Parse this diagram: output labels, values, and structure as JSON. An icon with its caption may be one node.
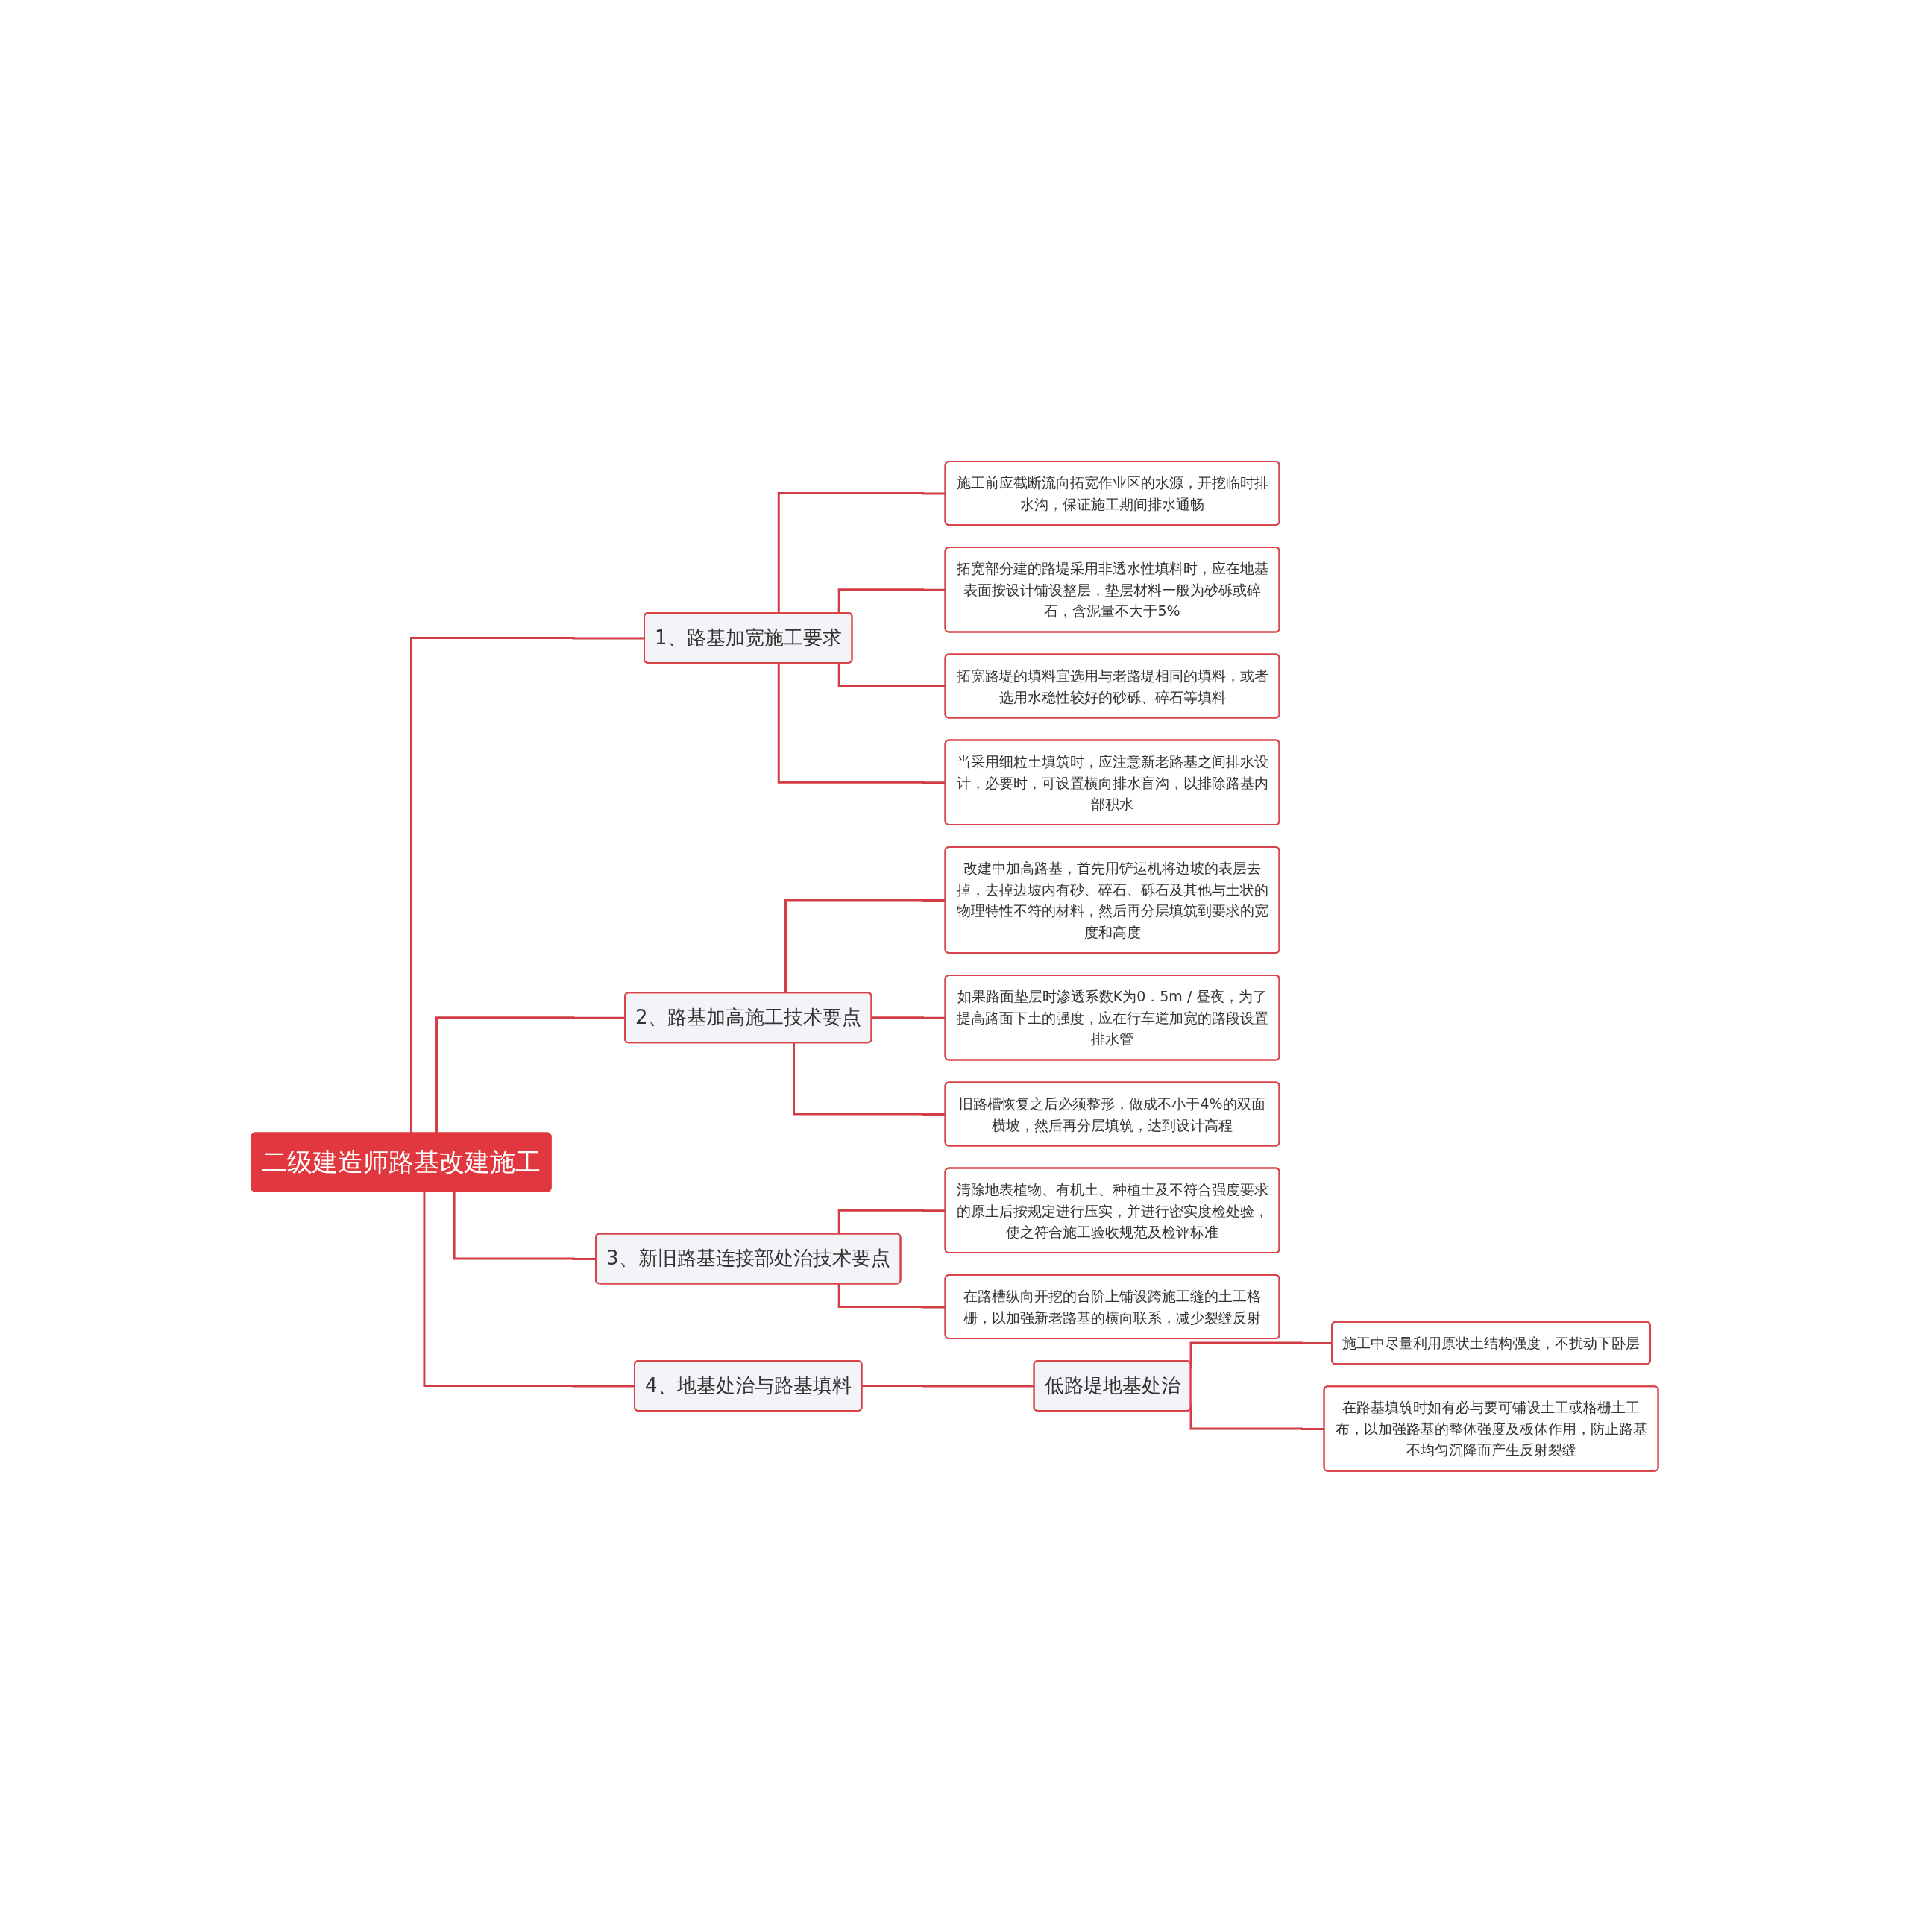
{
  "diagram": {
    "nodes": [
      {
        "text": [
          "二级建造师路基改建施工"
        ]
      },
      {
        "text": [
          "1、路基加宽施工要求"
        ]
      },
      {
        "text": [
          "施工前应截断流向拓宽作业区的水源，开挖临时排水沟，保证施工期间排水通畅"
        ]
      },
      {
        "text": [
          "拓宽部分建的路堤采用非透水性填料时，应在地基表面按设计铺设整层，垫层材料一般为砂砾或碎石，含泥量不大于5%"
        ]
      },
      {
        "text": [
          "拓宽路堤的填料宜选用与老路堤相同的填料，或者选用水稳性较好的砂砾、碎石等填料"
        ]
      },
      {
        "text": [
          "当采用细粒土填筑时，应注意新老路基之间排水设计，必要时，可设置横向排水盲沟，以排除路基内部积水"
        ]
      },
      {
        "text": [
          "2、路基加高施工技术要点"
        ]
      },
      {
        "text": [
          "改建中加高路基，首先用铲运机将边坡的表层去掉，去掉边坡内有砂、碎石、砾石及其他与土状的物理特性不符的材料，然后再分层填筑到要求的宽度和高度"
        ]
      },
      {
        "text": [
          "如果路面垫层时渗透系数K为0．5m / 昼夜，为了提高路面下土的强度，应在行车道加宽的路段设置排水管"
        ]
      },
      {
        "text": [
          "旧路槽恢复之后必须整形，做成不小于4%的双面横坡，然后再分层填筑，达到设计高程"
        ]
      },
      {
        "text": [
          "3、新旧路基连接部处治技术要点"
        ]
      },
      {
        "text": [
          "清除地表植物、有机土、种植土及不符合强度要求的原土后按规定进行压实，并进行密实度检处验，使之符合施工验收规范及检评标准"
        ]
      },
      {
        "text": [
          "在路槽纵向开挖的台阶上铺设跨施工缝的土工格栅，以加强新老路基的横向联系，减少裂缝反射"
        ]
      },
      {
        "text": [
          "4、地基处治与路基填料"
        ]
      },
      {
        "text": [
          "低路堤地基处治"
        ]
      },
      {
        "text": [
          "施工中尽量利用原状土结构强度，不扰动下卧层"
        ]
      },
      {
        "text": [
          "在路基填筑时如有必与要可铺设土工或格栅土工布，以加强路基的整体强度及板体作用，防止路基不均匀沉降而产生反射裂缝"
        ]
      }
    ],
    "edges": [
      {
        "from": 0,
        "to": 1,
        "arrow": "none"
      },
      {
        "from": 1,
        "to": 2,
        "arrow": "none"
      },
      {
        "from": 1,
        "to": 3,
        "arrow": "none"
      },
      {
        "from": 1,
        "to": 4,
        "arrow": "none"
      },
      {
        "from": 1,
        "to": 5,
        "arrow": "none"
      },
      {
        "from": 0,
        "to": 6,
        "arrow": "none"
      },
      {
        "from": 6,
        "to": 7,
        "arrow": "none"
      },
      {
        "from": 6,
        "to": 8,
        "arrow": "none"
      },
      {
        "from": 6,
        "to": 9,
        "arrow": "none"
      },
      {
        "from": 0,
        "to": 10,
        "arrow": "none"
      },
      {
        "from": 10,
        "to": 11,
        "arrow": "none"
      },
      {
        "from": 10,
        "to": 12,
        "arrow": "none"
      },
      {
        "from": 0,
        "to": 13,
        "arrow": "none"
      },
      {
        "from": 13,
        "to": 14,
        "arrow": "none"
      },
      {
        "from": 14,
        "to": 15,
        "arrow": "none"
      },
      {
        "from": 14,
        "to": 16,
        "arrow": "none"
      }
    ]
  }
}
